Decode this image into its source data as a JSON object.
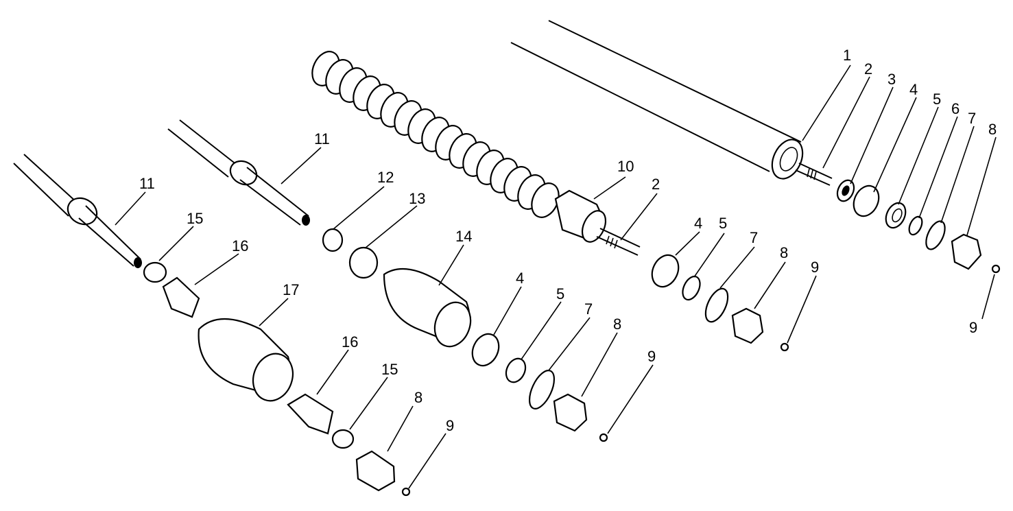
{
  "diagram": {
    "type": "exploded parts view",
    "part_labels": {
      "p1": "1",
      "p2a": "2",
      "p3": "3",
      "p4a": "4",
      "p5a": "5",
      "p6": "6",
      "p7a": "7",
      "p8a": "8",
      "p9a": "9",
      "p10": "10",
      "p2b": "2",
      "p4b": "4",
      "p5b": "5",
      "p7b": "7",
      "p8b": "8",
      "p9b": "9",
      "p11a": "11",
      "p11b": "11",
      "p12": "12",
      "p13": "13",
      "p14": "14",
      "p4c": "4",
      "p5c": "5",
      "p7c": "7",
      "p8c": "8",
      "p9c": "9",
      "p15a": "15",
      "p16a": "16",
      "p17": "17",
      "p16b": "16",
      "p15b": "15",
      "p8d": "8",
      "p9d": "9"
    }
  }
}
